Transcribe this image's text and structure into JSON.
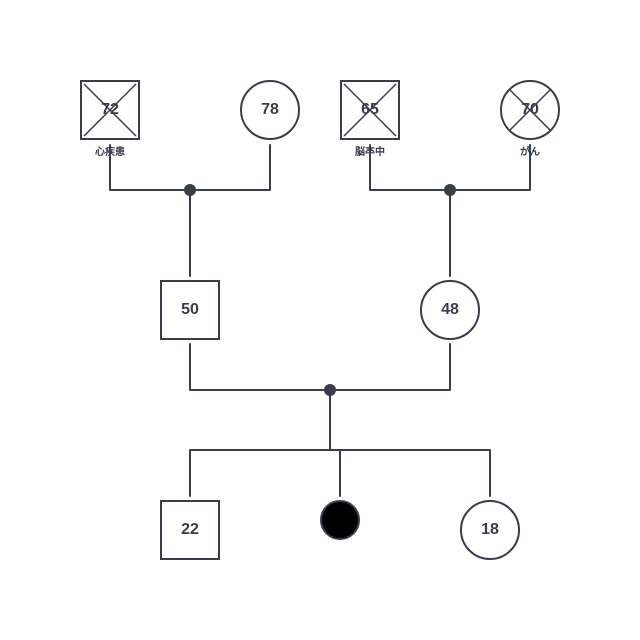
{
  "colors": {
    "stroke": "#373d4b",
    "background": "#ffffff",
    "affected_fill": "#000000"
  },
  "paternal_grandfather": {
    "sex": "male",
    "age": "72",
    "deceased": true,
    "cause": "心疾患"
  },
  "paternal_grandmother": {
    "sex": "female",
    "age": "78",
    "deceased": false
  },
  "maternal_grandfather": {
    "sex": "male",
    "age": "65",
    "deceased": true,
    "cause": "脳卒中"
  },
  "maternal_grandmother": {
    "sex": "female",
    "age": "70",
    "deceased": true,
    "cause": "がん"
  },
  "father": {
    "sex": "male",
    "age": "50"
  },
  "mother": {
    "sex": "female",
    "age": "48"
  },
  "children": [
    {
      "sex": "male",
      "age": "22"
    },
    {
      "sex": "female",
      "affected": true
    },
    {
      "sex": "female",
      "age": "18"
    }
  ]
}
